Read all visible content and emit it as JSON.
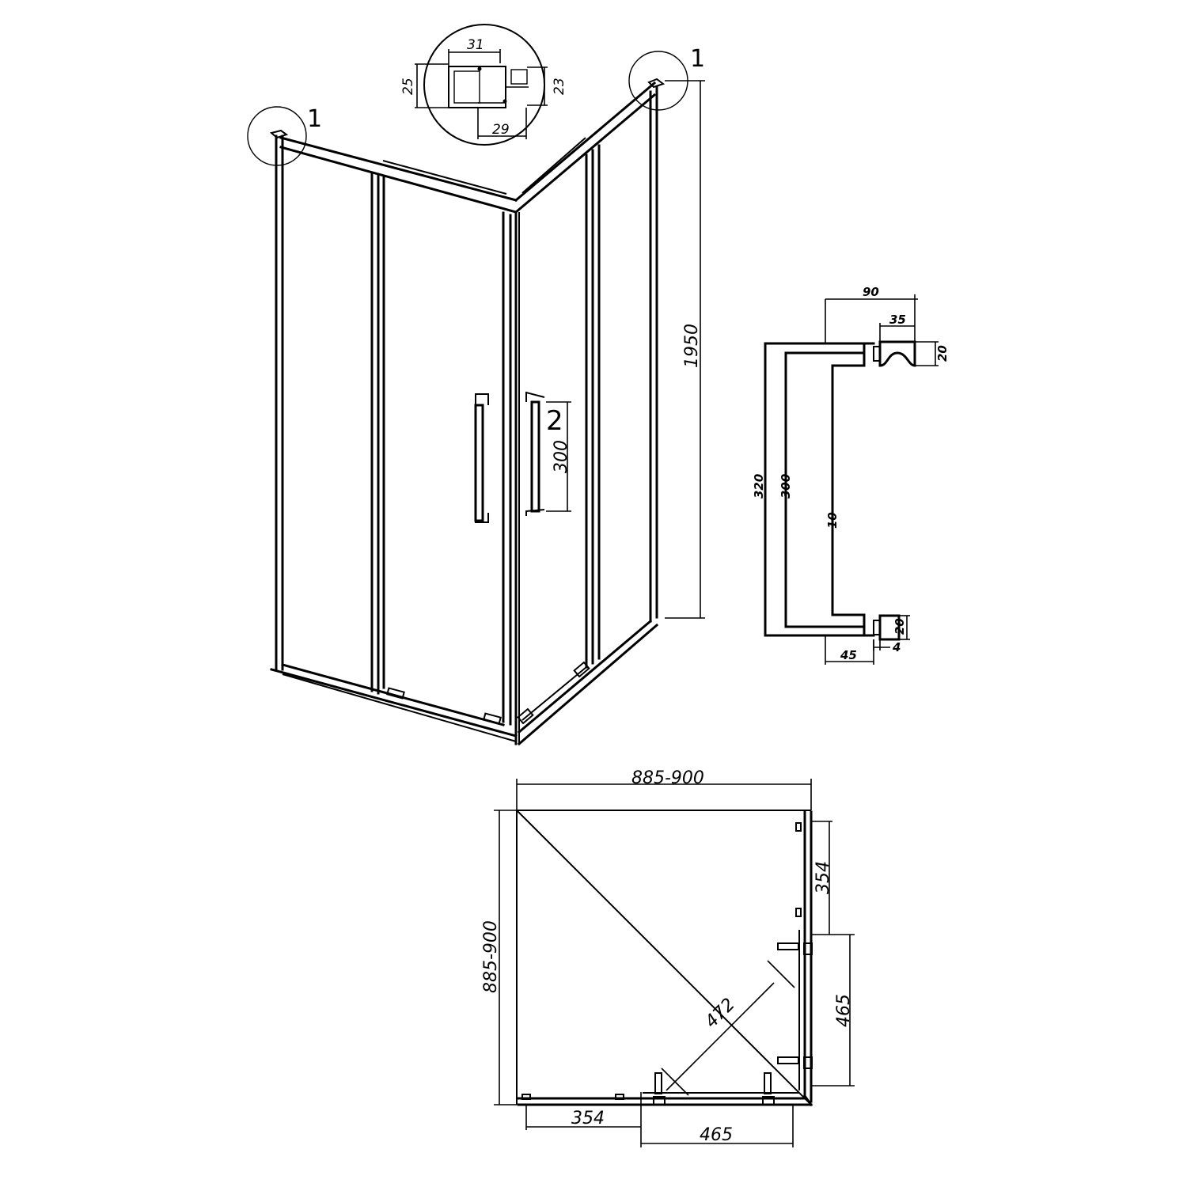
{
  "callouts": {
    "detail_marker_left": "1",
    "detail_marker_right": "1",
    "handle_marker": "2"
  },
  "detail": {
    "top": "31",
    "left": "25",
    "right": "23",
    "bottom": "29"
  },
  "elevation": {
    "height": "1950",
    "handle_length": "300"
  },
  "handle_detail": {
    "depth": "90",
    "mount_width": "35",
    "mount_top_height": "20",
    "mount_bottom_height": "20",
    "overall_length": "320",
    "bar_length": "300",
    "bar_diameter": "10",
    "offset": "45",
    "gap": "4"
  },
  "plan": {
    "width": "885-900",
    "depth": "885-900",
    "right_fixed": "354",
    "right_door": "465",
    "bottom_fixed": "354",
    "bottom_door": "465",
    "diagonal_entry": "472"
  }
}
